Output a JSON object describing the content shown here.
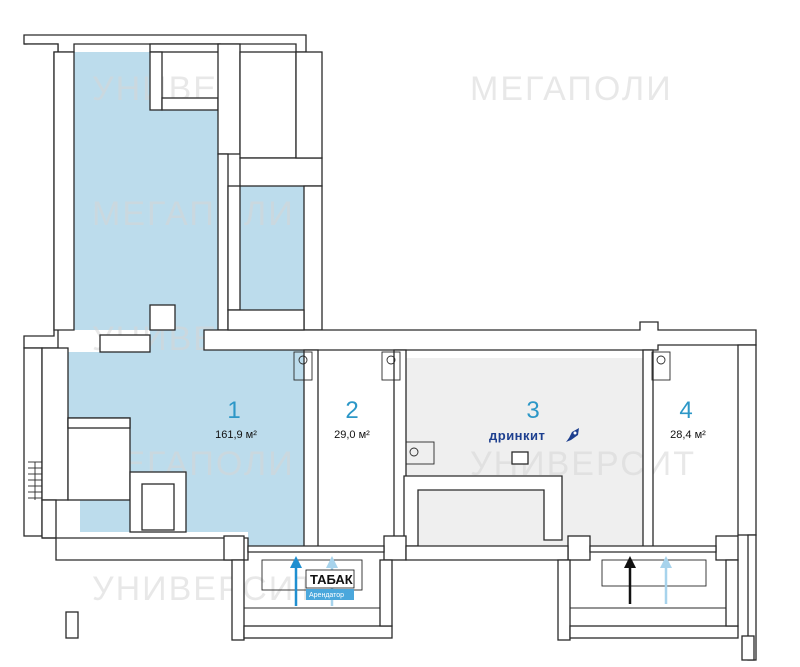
{
  "watermarks": [
    "УНИВЕРСИТ",
    "МЕГАПОЛИ",
    "УНИВЕРСИТ",
    "МЕГАПОЛИ",
    "УНИВЕРСИТ",
    "МЕГАПОЛИ",
    "УНИВЕРСИТ"
  ],
  "rooms": [
    {
      "number": "1",
      "area": "161,9 м²"
    },
    {
      "number": "2",
      "area": "29,0 м²"
    },
    {
      "number": "3",
      "area": ""
    },
    {
      "number": "4",
      "area": "28,4 м²"
    }
  ],
  "tenant_brand": "дринкит",
  "tenant_sign": {
    "title": "ТАБАК",
    "subtitle": "Арендатор"
  },
  "colors": {
    "room_available": "#bcdcec",
    "room_occupied": "#efefef",
    "room_number": "#2c97c7",
    "entrance_primary": "#1f8fd0",
    "entrance_secondary": "#a7d3ec",
    "entrance_dark": "#111111",
    "brand": "#1d3f8f"
  },
  "icons": [
    "rocket-icon",
    "entrance-arrow-icon",
    "sink-icon"
  ]
}
